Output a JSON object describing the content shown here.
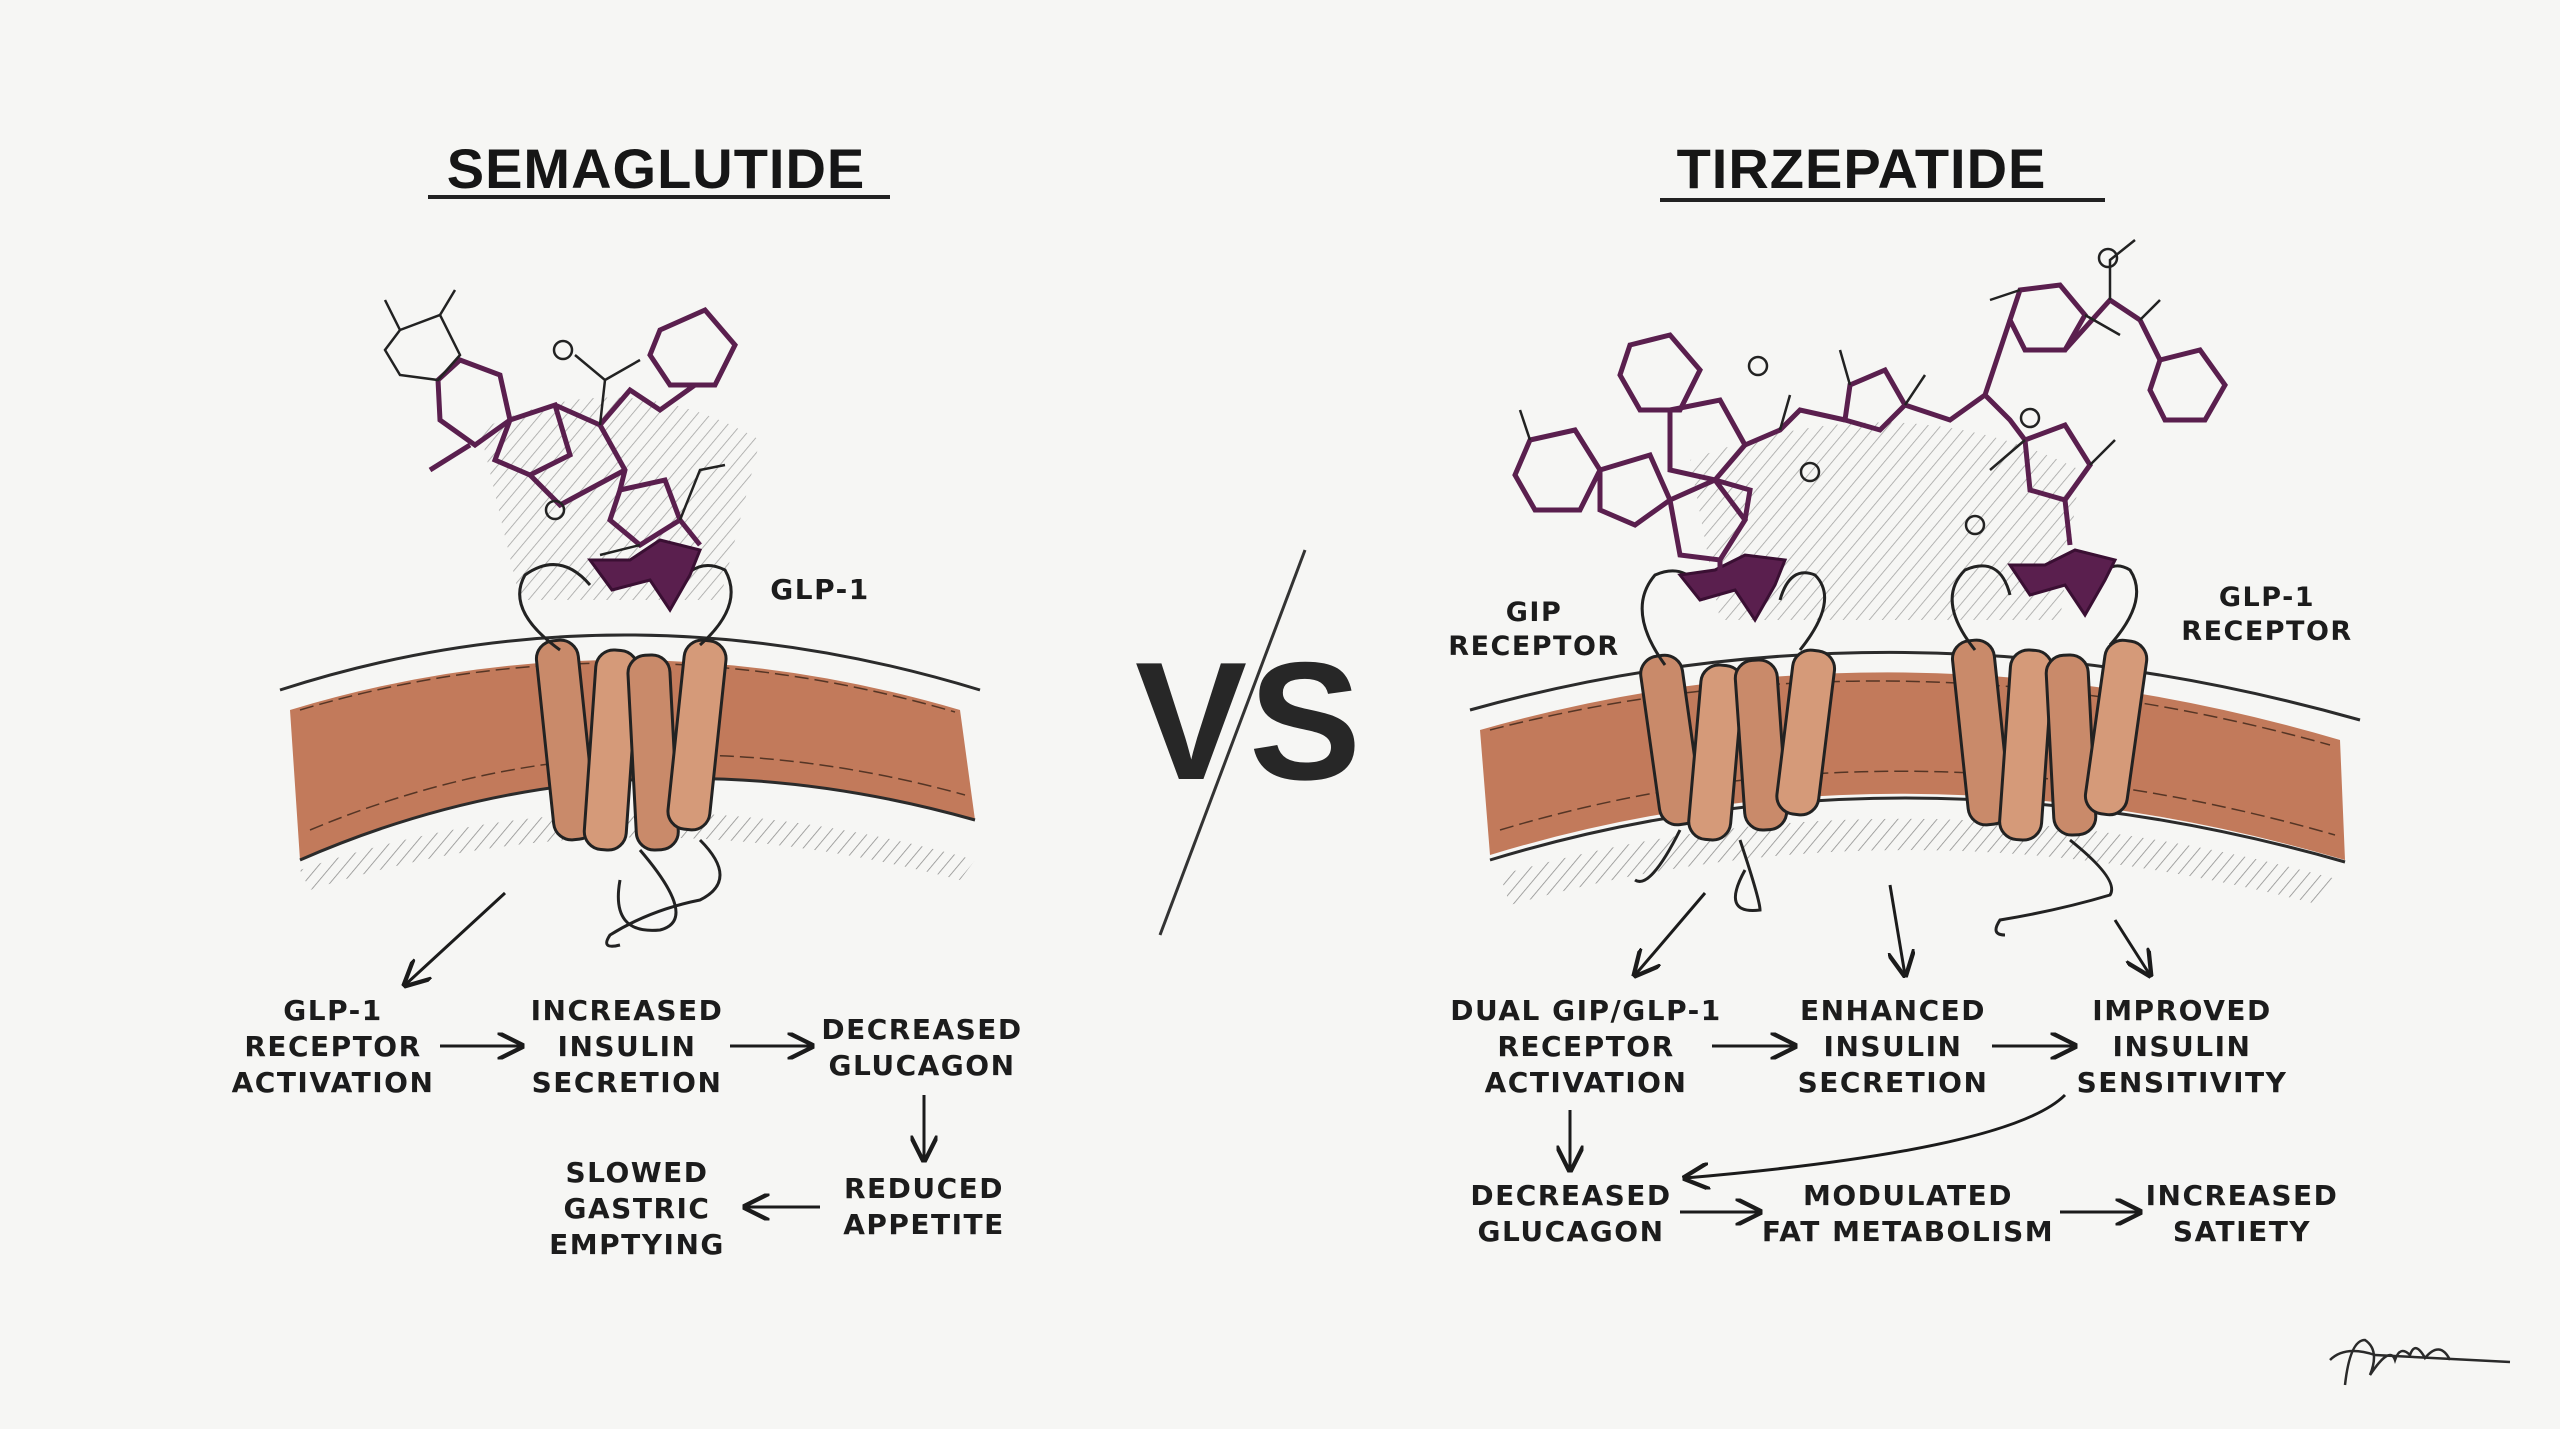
{
  "semaglutide": {
    "title": "SEMAGLUTIDE",
    "ligand_label": "GLP-1",
    "steps": {
      "activation": "GLP-1\nRECEPTOR\nACTIVATION",
      "insulin": "INCREASED\nINSULIN\nSECRETION",
      "glucagon": "DECREASED\nGLUCAGON",
      "appetite": "REDUCED\nAPPETITE",
      "gastric": "SLOWED\nGASTRIC\nEMPTYING"
    }
  },
  "vs_label": "VS",
  "tirzepatide": {
    "title": "TIRZEPATIDE",
    "gip_receptor_label": "GIP\nRECEPTOR",
    "glp1_receptor_label": "GLP-1\nRECEPTOR",
    "steps": {
      "activation": "DUAL GIP/GLP-1\nRECEPTOR\nACTIVATION",
      "insulin": "ENHANCED\nINSULIN\nSECRETION",
      "sensitivity": "IMPROVED\nINSULIN\nSENSITIVITY",
      "glucagon": "DECREASED\nGLUCAGON",
      "fat": "MODULATED\nFAT METABOLISM",
      "satiety": "INCREASED\nSATIETY"
    }
  },
  "colors": {
    "membrane": "#b8643f",
    "receptor": "#c98a6a",
    "ligand": "#5a1f4e",
    "ink": "#1b1b1b"
  }
}
